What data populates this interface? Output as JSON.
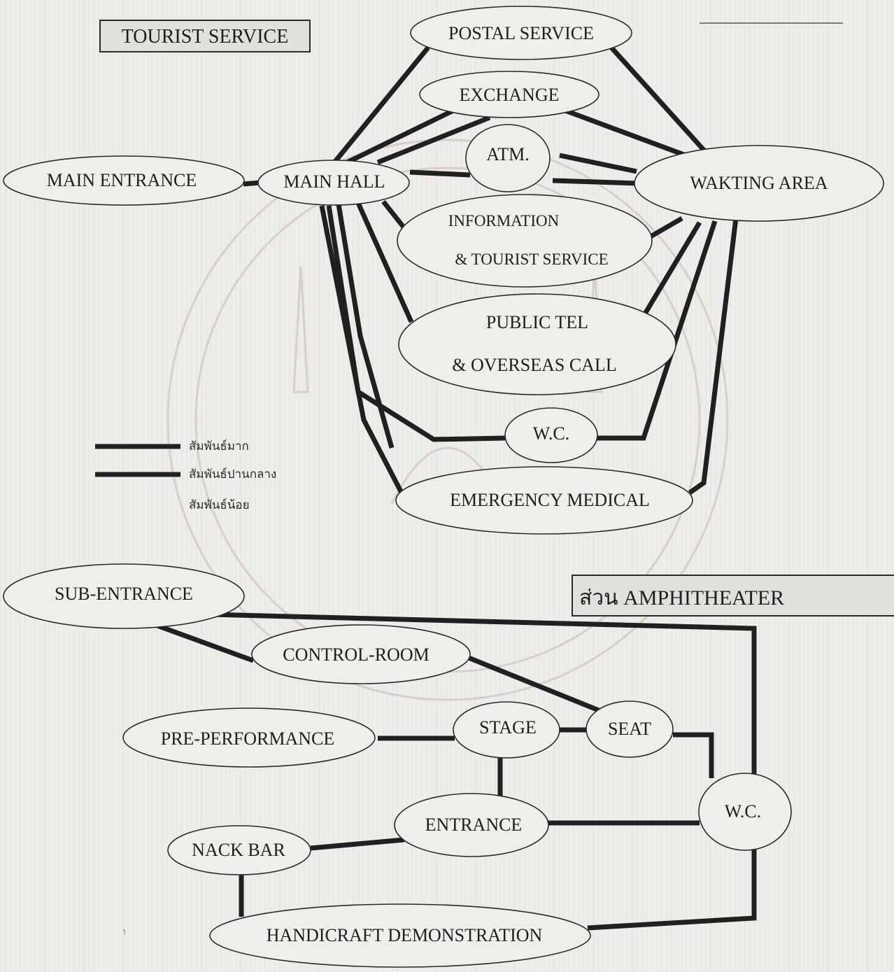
{
  "sections": {
    "tourist_service": "TOURIST SERVICE",
    "amphitheater": "ส่วน AMPHITHEATER"
  },
  "nodes": {
    "postal_service": "POSTAL SERVICE",
    "exchange": "EXCHANGE",
    "atm": "ATM.",
    "main_entrance": "MAIN ENTRANCE",
    "main_hall": "MAIN HALL",
    "waiting_area": "WAKTING AREA",
    "info_line1": "INFORMATION",
    "info_line2": "& TOURIST SERVICE",
    "public_tel_line1": "PUBLIC TEL",
    "public_tel_line2": "& OVERSEAS CALL",
    "wc_top": "W.C.",
    "emergency_medical": "EMERGENCY MEDICAL",
    "sub_entrance": "SUB-ENTRANCE",
    "control_room": "CONTROL-ROOM",
    "pre_performance": "PRE-PERFORMANCE",
    "stage": "STAGE",
    "seat": "SEAT",
    "wc_bottom": "W.C.",
    "entrance": "ENTRANCE",
    "nack_bar": "NACK BAR",
    "handicraft": "HANDICRAFT DEMONSTRATION"
  },
  "legend": {
    "strong": "สัมพันธ์มาก",
    "medium": "สัมพันธ์ปานกลาง",
    "weak": "สัมพันธ์น้อย"
  },
  "colors": {
    "paper": "#eeedea",
    "ink": "#1e1e1e",
    "watermark": "#cfcac2"
  }
}
